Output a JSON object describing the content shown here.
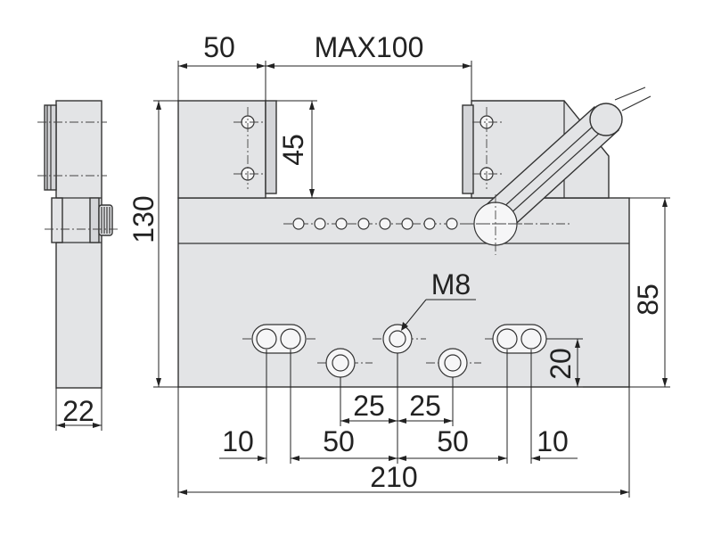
{
  "dimensions": {
    "jaw_width": "50",
    "max_opening": "MAX100",
    "jaw_height": "45",
    "total_height": "130",
    "body_height": "85",
    "thread": "M8",
    "hole_height": "20",
    "pitch_left": "25",
    "pitch_right": "25",
    "offset_left": "10",
    "span_left": "50",
    "span_right": "50",
    "offset_right": "10",
    "total_length": "210",
    "side_thickness": "22"
  }
}
